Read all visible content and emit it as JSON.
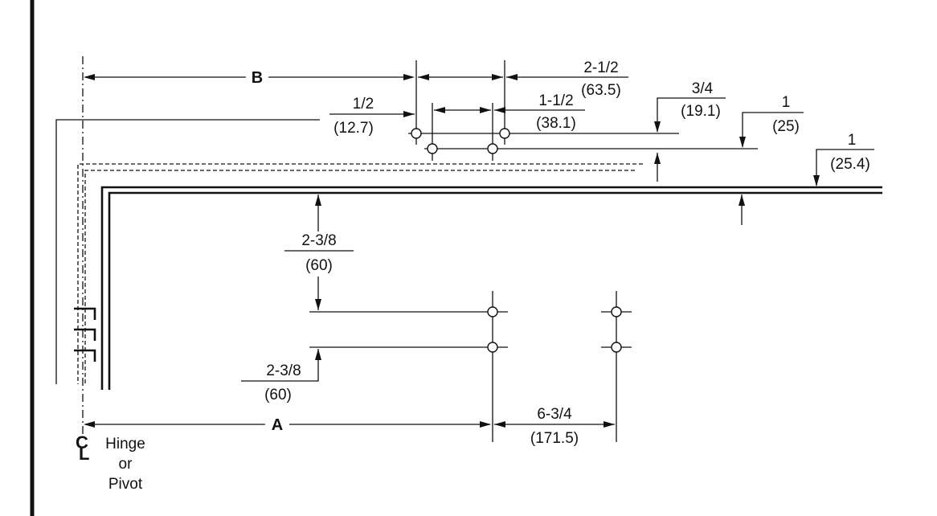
{
  "labels": {
    "dim_b": "B",
    "dim_a": "A",
    "half_in": "1/2",
    "half_mm": "(12.7)",
    "two_half_in": "2-1/2",
    "two_half_mm": "(63.5)",
    "one_half_in": "1-1/2",
    "one_half_mm": "(38.1)",
    "three_quarter_in": "3/4",
    "three_quarter_mm": "(19.1)",
    "one_a_in": "1",
    "one_a_mm": "(25)",
    "one_b_in": "1",
    "one_b_mm": "(25.4)",
    "two_3_8_top_in": "2-3/8",
    "two_3_8_top_mm": "(60)",
    "two_3_8_bot_in": "2-3/8",
    "two_3_8_bot_mm": "(60)",
    "six_3_4_in": "6-3/4",
    "six_3_4_mm": "(171.5)",
    "centerline_symbol_c": "C",
    "centerline_symbol_l": "L",
    "hinge": "Hinge",
    "or": "or",
    "pivot": "Pivot"
  }
}
